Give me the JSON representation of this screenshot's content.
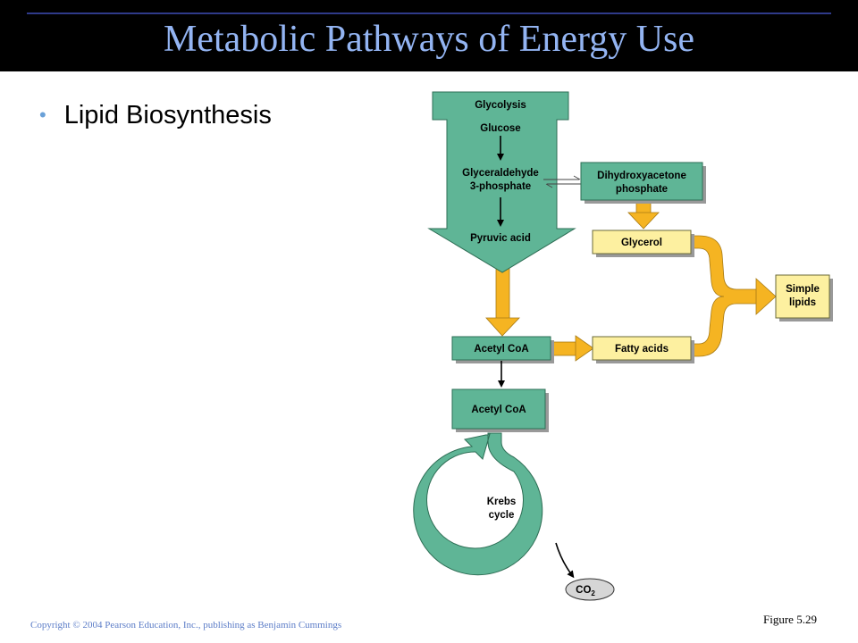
{
  "slide": {
    "title": "Metabolic Pathways of Energy Use",
    "bullet": "Lipid Biosynthesis",
    "copyright": "Copyright © 2004 Pearson Education, Inc., publishing as Benjamin Cummings",
    "figure_label": "Figure 5.29"
  },
  "diagram": {
    "glycolysis": "Glycolysis",
    "glucose": "Glucose",
    "g3p_line1": "Glyceraldehyde",
    "g3p_line2": "3-phosphate",
    "pyruvic_acid": "Pyruvic acid",
    "dhap_line1": "Dihydroxyacetone",
    "dhap_line2": "phosphate",
    "glycerol": "Glycerol",
    "simple_lipids_line1": "Simple",
    "simple_lipids_line2": "lipids",
    "acetyl_coa_1": "Acetyl CoA",
    "fatty_acids": "Fatty acids",
    "acetyl_coa_2": "Acetyl CoA",
    "krebs_line1": "Krebs",
    "krebs_line2": "cycle",
    "co2": "CO",
    "co2_sub": "2"
  },
  "colors": {
    "green": "#5fb596",
    "yellow": "#fdf0a0",
    "orange": "#f5b422",
    "title": "#93b4f2"
  }
}
